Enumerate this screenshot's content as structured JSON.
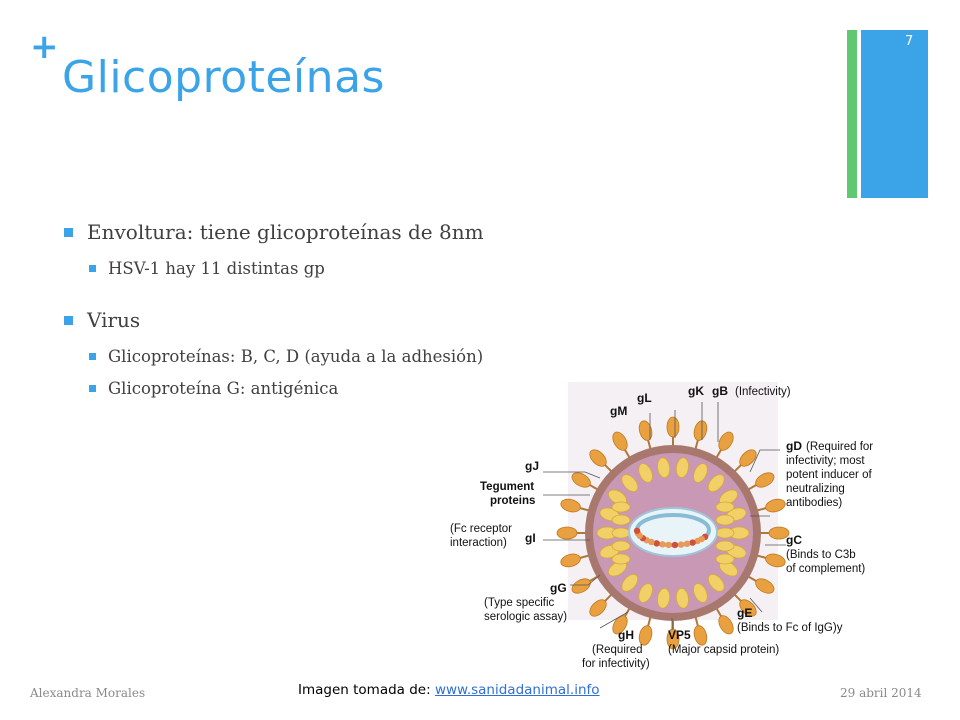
{
  "slide": {
    "plus": "+",
    "title": "Glicoproteínas",
    "number": "7"
  },
  "bullets": [
    {
      "text": "Envoltura: tiene glicoproteínas de 8nm",
      "sub": [
        "HSV-1 hay 11 distintas gp"
      ]
    },
    {
      "text": "Virus",
      "sub": [
        "Glicoproteínas: B, C, D (ayuda a la adhesión)",
        "Glicoproteína G: antigénica"
      ]
    }
  ],
  "diagram": {
    "labels": {
      "gM": "gM",
      "gL": "gL",
      "gK": "gK",
      "gB": "gB",
      "gB_note": "(Infectivity)",
      "gD": "gD",
      "gD_note1": "(Required for",
      "gD_note2": "infectivity; most",
      "gD_note3": "potent inducer of",
      "gD_note4": "neutralizing",
      "gD_note5": "antibodies)",
      "gC": "gC",
      "gC_note1": "(Binds to C3b",
      "gC_note2": "of complement)",
      "gE": "gE",
      "gE_note": "(Binds to Fc of IgG)y",
      "VP5": "VP5",
      "VP5_note": "(Major capsid protein)",
      "gH": "gH",
      "gH_note1": "(Required",
      "gH_note2": "for infectivity)",
      "gG": "gG",
      "gG_note1": "(Type specific",
      "gG_note2": "serologic assay)",
      "gI": "gI",
      "gI_note1": "(Fc receptor",
      "gI_note2": "interaction)",
      "teg1": "Tegument",
      "teg2": "proteins",
      "gJ": "gJ"
    },
    "colors": {
      "spike": "#e8a040",
      "envelope": "#a8786e",
      "tegument": "#c898b4",
      "capsid_bead": "#f2d068",
      "core": "#b8d8e8"
    }
  },
  "footer": {
    "author": "Alexandra Morales",
    "date": "29 abril 2014",
    "credit_prefix": "Imagen tomada de: ",
    "credit_link": "www.sanidadanimal.info"
  }
}
